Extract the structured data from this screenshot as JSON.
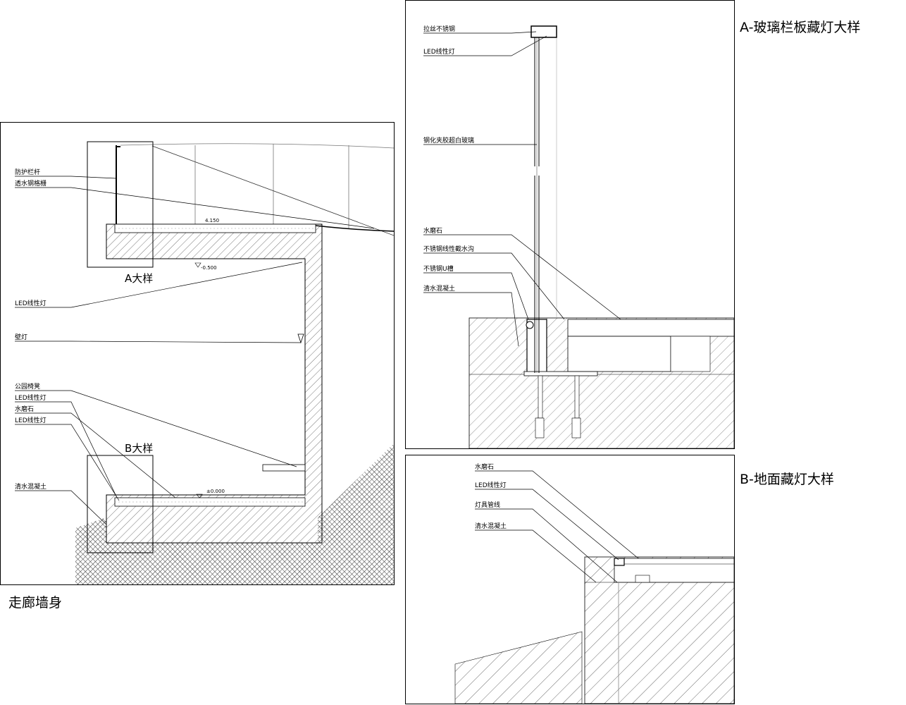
{
  "titles": {
    "left": "走廊墙身",
    "a": "A-玻璃栏板藏灯大样",
    "b": "B-地面藏灯大样"
  },
  "left_panel": {
    "labels": [
      "防护栏杆",
      "透水钢格栅",
      "LED线性灯",
      "壁灯",
      "公园椅凳",
      "LED线性灯",
      "水磨石",
      "LED线性灯",
      "清水混凝土"
    ],
    "callout_a": "A大样",
    "callout_b": "B大样",
    "elevation_top": "4.150",
    "elevation_mid": "-0.500",
    "elevation_floor": "±0.000"
  },
  "panel_a": {
    "labels": [
      "拉丝不锈钢",
      "LED线性灯",
      "钢化夹胶超白玻璃",
      "水磨石",
      "不锈钢线性截水沟",
      "不锈钢U槽",
      "清水混凝土"
    ]
  },
  "panel_b": {
    "labels": [
      "水磨石",
      "LED线性灯",
      "灯具管线",
      "清水混凝土"
    ]
  }
}
